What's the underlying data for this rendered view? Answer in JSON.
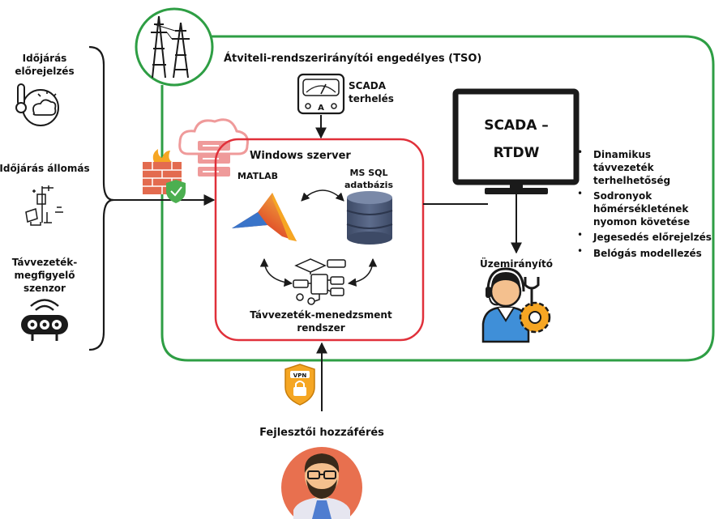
{
  "labels": {
    "weather_forecast": [
      "Időjárás",
      "előrejelzés"
    ],
    "weather_station": "Időjárás állomás",
    "line_sensor": [
      "Távvezeték-",
      "megfigyelő",
      "szenzor"
    ],
    "tso": "Átviteli-rendszerirányítói engedélyes (TSO)",
    "scada_load": [
      "SCADA",
      "terhelés"
    ],
    "windows_server": "Windows szerver",
    "matlab": "MATLAB",
    "mssql": [
      "MS SQL",
      "adatbázis"
    ],
    "line_mgmt": [
      "Távvezeték-menedzsment",
      "rendszer"
    ],
    "scada_rtdw": [
      "SCADA –",
      "RTDW"
    ],
    "operator": "Üzemirányító",
    "dev_access": "Fejlesztői hozzáférés",
    "vpn": "VPN",
    "meter_letter": "A"
  },
  "bullets": [
    [
      "Dinamikus",
      "távvezeték",
      "terhelhetőség"
    ],
    [
      "Sodronyok",
      "hőmérsékletének",
      "nyomon követése"
    ],
    [
      "Jegesedés előrejelzés"
    ],
    [
      "Belógás modellezés"
    ]
  ],
  "colors": {
    "tso_border": "#2e9e44",
    "server_border": "#e0303a",
    "cloud": "#ef9a9a",
    "firewall": "#e36b4f",
    "shield": "#4caf50",
    "db": "#4f5d78",
    "avatar_bg": "#e8704f",
    "vpn": "#f5a623",
    "operator_shirt": "#3f8fd8",
    "gear": "#f6a623",
    "dark": "#1a1a1a"
  },
  "icons": [
    "pylon-icon",
    "thermometer-cloud-icon",
    "weather-station-icon",
    "sensor-icon",
    "meter-icon",
    "cloud-server-icon",
    "firewall-icon",
    "matlab-icon",
    "database-icon",
    "flowchart-icon",
    "monitor-icon",
    "operator-icon",
    "gear-icon",
    "vpn-shield-icon",
    "developer-avatar-icon"
  ]
}
